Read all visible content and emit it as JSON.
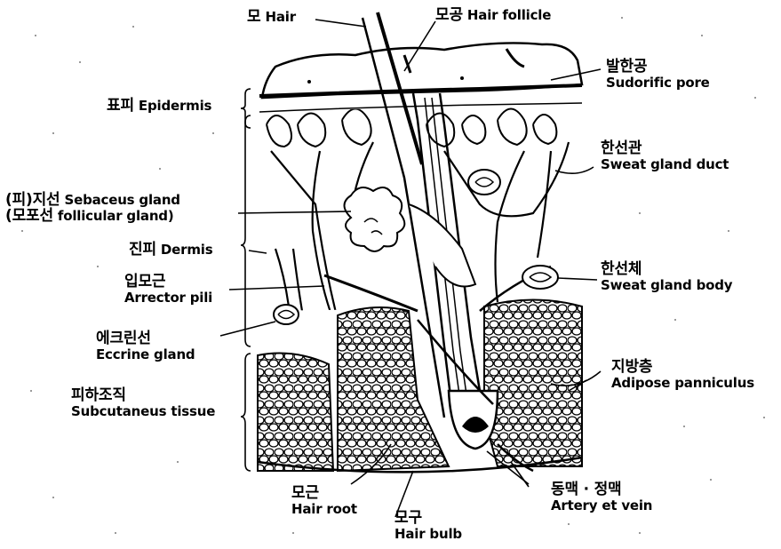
{
  "labels": {
    "hair": {
      "ko": "모",
      "en": "Hair"
    },
    "hair_follicle": {
      "ko": "모공",
      "en": "Hair follicle"
    },
    "sudoriferous_pore": {
      "ko": "발한공",
      "en": "Sudorific pore"
    },
    "epidermis": {
      "ko": "표피",
      "en": "Epidermis"
    },
    "sweat_gland_duct": {
      "ko": "한선관",
      "en": "Sweat gland duct"
    },
    "sebaceous_gland": {
      "ko": "(피)지선",
      "en": "Sebaceus gland"
    },
    "follicular_gland": {
      "ko": "(모포선",
      "en": "follicular gland)"
    },
    "dermis": {
      "ko": "진피",
      "en": "Dermis"
    },
    "sweat_gland_body": {
      "ko": "한선체",
      "en": "Sweat gland body"
    },
    "arrector_pili": {
      "ko": "입모근",
      "en": "Arrector pili"
    },
    "eccrine_gland": {
      "ko": "에크린선",
      "en": "Eccrine gland"
    },
    "adipose": {
      "ko": "지방층",
      "en": "Adipose panniculus"
    },
    "subcutaneous": {
      "ko": "피하조직",
      "en": "Subcutaneus tissue"
    },
    "artery_vein": {
      "ko": "동맥 · 정맥",
      "en": "Artery et vein"
    },
    "hair_root": {
      "ko": "모근",
      "en": "Hair root"
    },
    "hair_bulb": {
      "ko": "모구",
      "en": "Hair bulb"
    }
  },
  "colors": {
    "ink": "#000000",
    "paper": "#ffffff",
    "speckle": "#7a7a7a"
  }
}
